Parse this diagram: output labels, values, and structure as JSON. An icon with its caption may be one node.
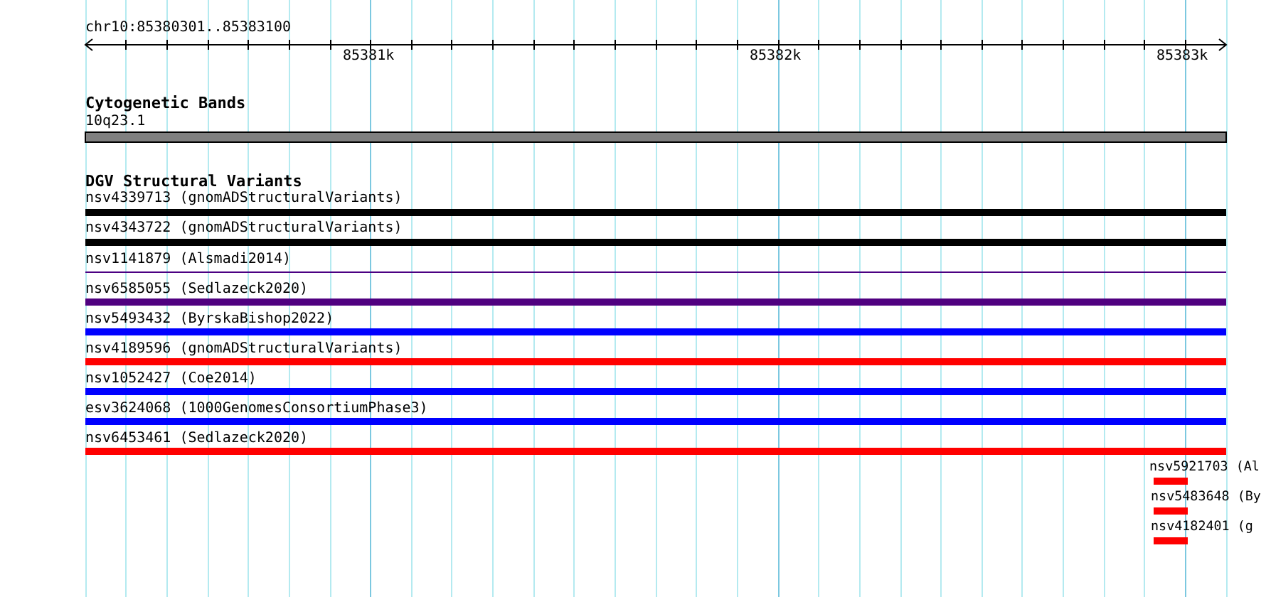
{
  "diagram": {
    "labels": [
      "chr10:85380301..85383100",
      "85381k",
      "85382k",
      "85383k",
      "Cytogenetic Bands",
      "10q23.1",
      "DGV Structural Variants",
      "nsv4339713 (gnomADStructuralVariants)",
      "nsv4343722 (gnomADStructuralVariants)",
      "nsv1141879 (Alsmadi2014)",
      "nsv6585055 (Sedlazeck2020)",
      "nsv5493432 (ByrskaBishop2022)",
      "nsv4189596 (gnomADStructuralVariants)",
      "nsv1052427 (Coe2014)",
      "esv3624068 (1000GenomesConsortiumPhase3)",
      "nsv6453461 (Sedlazeck2020)",
      "nsv5921703 (Al",
      "nsv5483648 (By",
      "nsv4182401 (g"
    ]
  }
}
